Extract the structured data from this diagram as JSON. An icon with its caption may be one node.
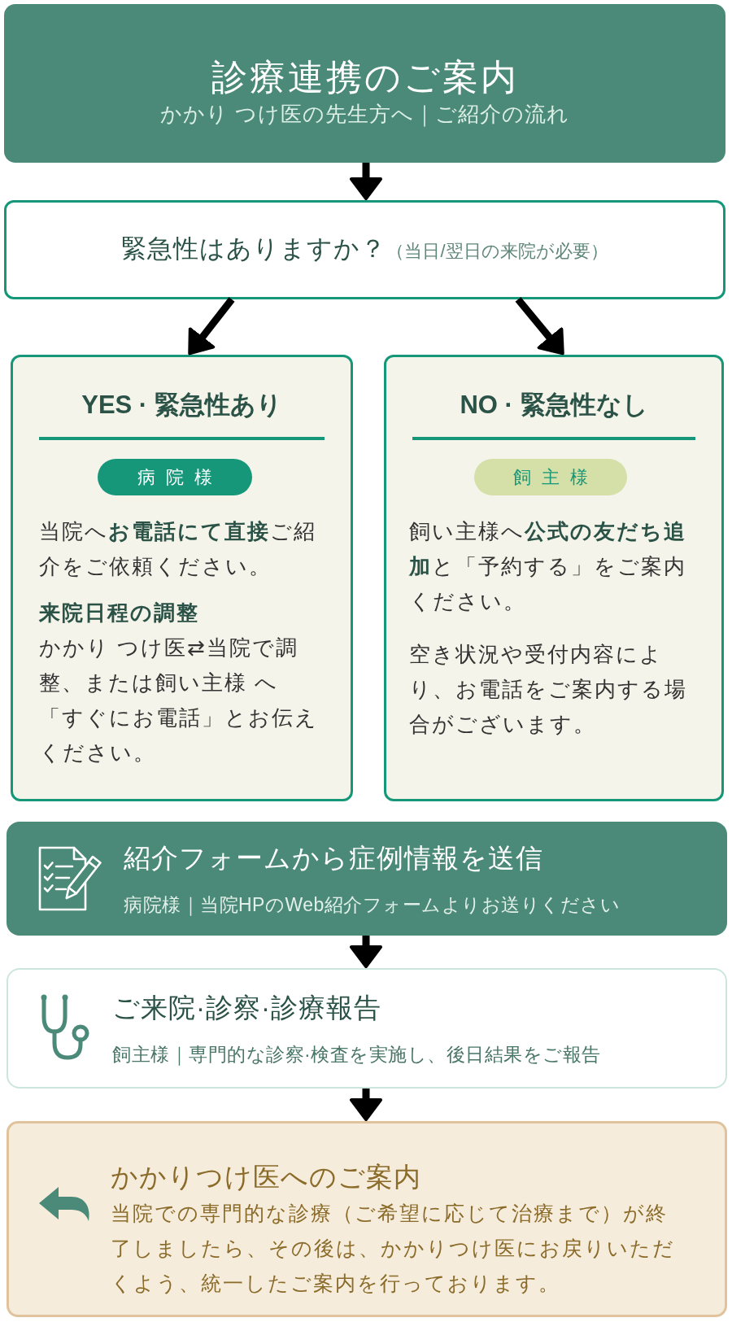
{
  "diagram": {
    "nodes": [
      {
        "text": [
          "診療連携のご案内",
          "かかり つけ医の先生方へ｜ご紹介の流れ"
        ]
      },
      {
        "text": [
          "緊急性はありますか？",
          "（当日/翌日の来院が必要）"
        ]
      },
      {
        "text": [
          "YES · 緊急性あり",
          "当院へ**お電話にて直接**ご紹介をご依頼ください。",
          "来院日程の調整",
          "かかり つけ医⇄当院で調整、または飼い主様 へ「すぐにお電話」とお伝えください。"
        ]
      },
      {
        "text": [
          "病院様"
        ],
        "in": 2
      },
      {
        "text": [
          "NO · 緊急性なし",
          "飼い主様へ**公式の友だち追加**と「予約する」をご案内ください。",
          "空き状況や受付内容により、お電話をご案内する場合がございます。"
        ]
      },
      {
        "text": [
          "飼主様"
        ],
        "in": 4
      },
      {
        "text": [
          "紹介フォームから症例情報を送信",
          "病院様｜当院HPのWeb紹介フォームよりお送りください"
        ]
      },
      {
        "text": [
          "ご来院·診察·診療報告",
          "飼主様｜専門的な診察·検査を実施し、後日結果をご報告"
        ]
      },
      {
        "text": [
          "かかりつけ医へのご案内",
          "当院での専門的な診療（ご希望に応じて治療まで）が終了しましたら、その後は、かかりつけ医にお戻りいただくよう、統一したご案内を行っております。"
        ]
      }
    ],
    "edges": [
      {
        "from": 0,
        "to": 1,
        "arrow": "to"
      },
      {
        "from": 1,
        "to": 2,
        "arrow": "to"
      },
      {
        "from": 1,
        "to": 4,
        "arrow": "to"
      },
      {
        "from": 6,
        "to": 7,
        "arrow": "to"
      },
      {
        "from": 7,
        "to": 8,
        "arrow": "to"
      }
    ]
  }
}
